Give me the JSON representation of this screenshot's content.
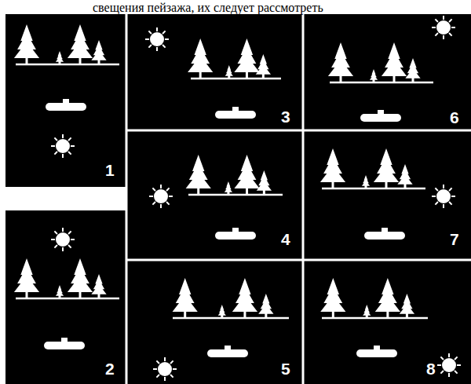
{
  "diagram": {
    "labels": [
      "свещения пейзажа, их следует рассмотреть",
      "1",
      "2",
      "3",
      "4",
      "5",
      "6",
      "7",
      "8"
    ]
  }
}
